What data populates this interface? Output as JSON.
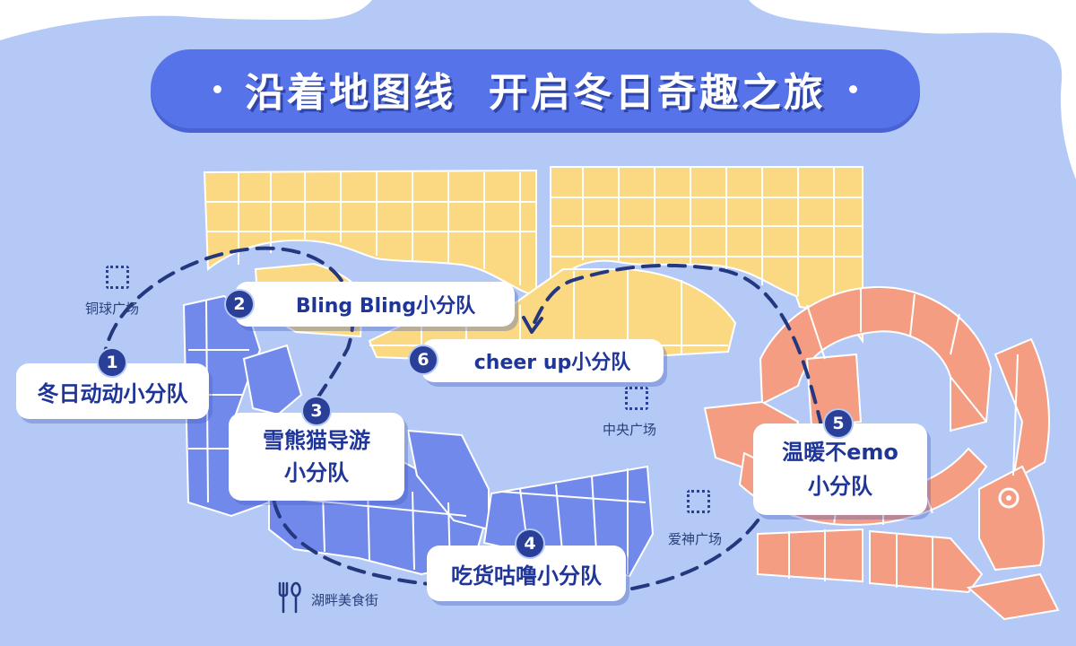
{
  "banner": {
    "title": "沿着地图线  开启冬日奇趣之旅"
  },
  "teams": [
    {
      "number": "1",
      "name": "冬日动动小分队"
    },
    {
      "number": "2",
      "name": "Bling Bling小分队"
    },
    {
      "number": "3",
      "line1": "雪熊猫导游",
      "line2": "小分队"
    },
    {
      "number": "4",
      "name": "吃货咕噜小分队"
    },
    {
      "number": "5",
      "line1": "温暖不emo",
      "line2": "小分队"
    },
    {
      "number": "6",
      "name": "cheer up小分队"
    }
  ],
  "places": {
    "tongqiu": "铜球广场",
    "zhongyang": "中央广场",
    "aishen": "爱神广场",
    "food_street": "湖畔美食街"
  },
  "colors": {
    "background": "#b4c9f5",
    "banner": "#5673ea",
    "north_blocks": "#fbd982",
    "west_blocks": "#7289ec",
    "east_blocks": "#f59d82",
    "route": "#24377f"
  }
}
